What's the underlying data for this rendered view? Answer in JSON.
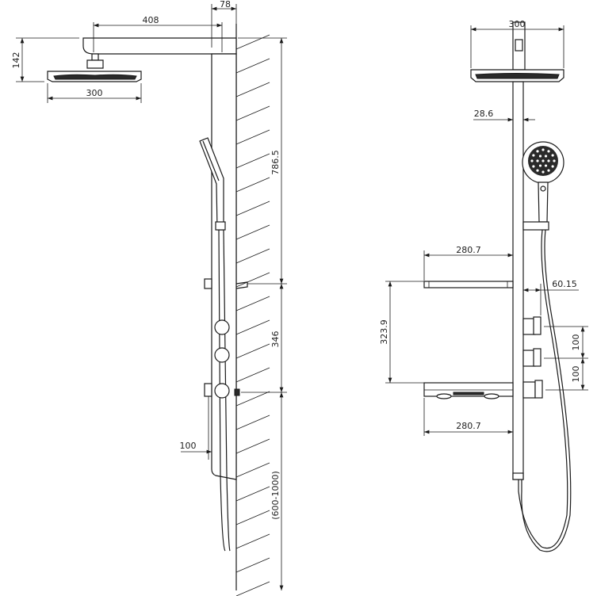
{
  "side_view": {
    "arm_length": "408",
    "panel_depth": "78",
    "head_drop": "142",
    "head_width": "300",
    "upper_height": "786.5",
    "middle_height": "346",
    "floor_height": "(600-1000)",
    "handle_offset": "100"
  },
  "front_view": {
    "head_width": "300",
    "pipe_width": "28.6",
    "upper_shelf_width": "280.7",
    "lower_shelf_width": "280.7",
    "shelf_spacing": "323.9",
    "knob_projection": "60.15",
    "knob_spacing_1": "100",
    "knob_spacing_2": "100"
  }
}
